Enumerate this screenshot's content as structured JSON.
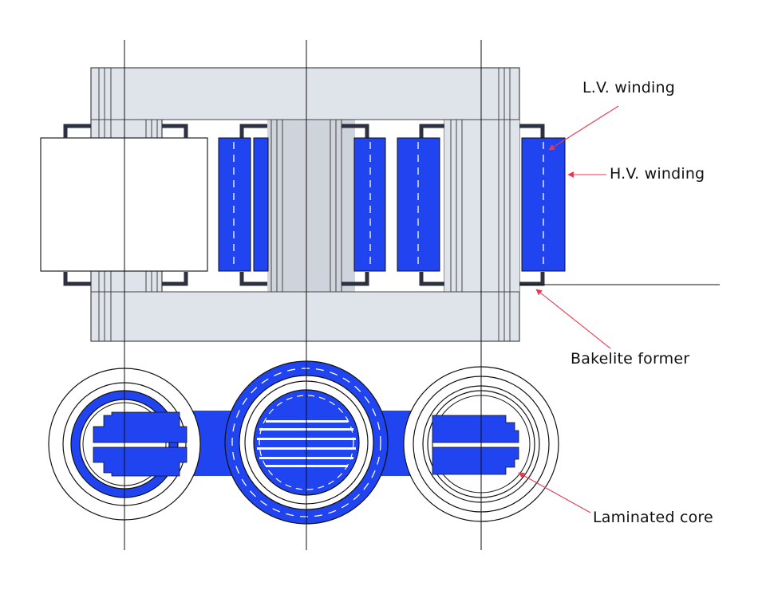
{
  "labels": {
    "lv_winding": "L.V. winding",
    "hv_winding": "H.V. winding",
    "bakelite_former": "Bakelite former",
    "laminated_core": "Laminated core"
  },
  "colors": {
    "winding_blue": "#1f44f0",
    "core_gray": "#dfe3ea",
    "former_dark": "#2c3040",
    "outline": "#111111",
    "arrow_red": "#e8384f",
    "background": "#ffffff"
  },
  "icons": {
    "arrow": "red-arrowhead"
  }
}
